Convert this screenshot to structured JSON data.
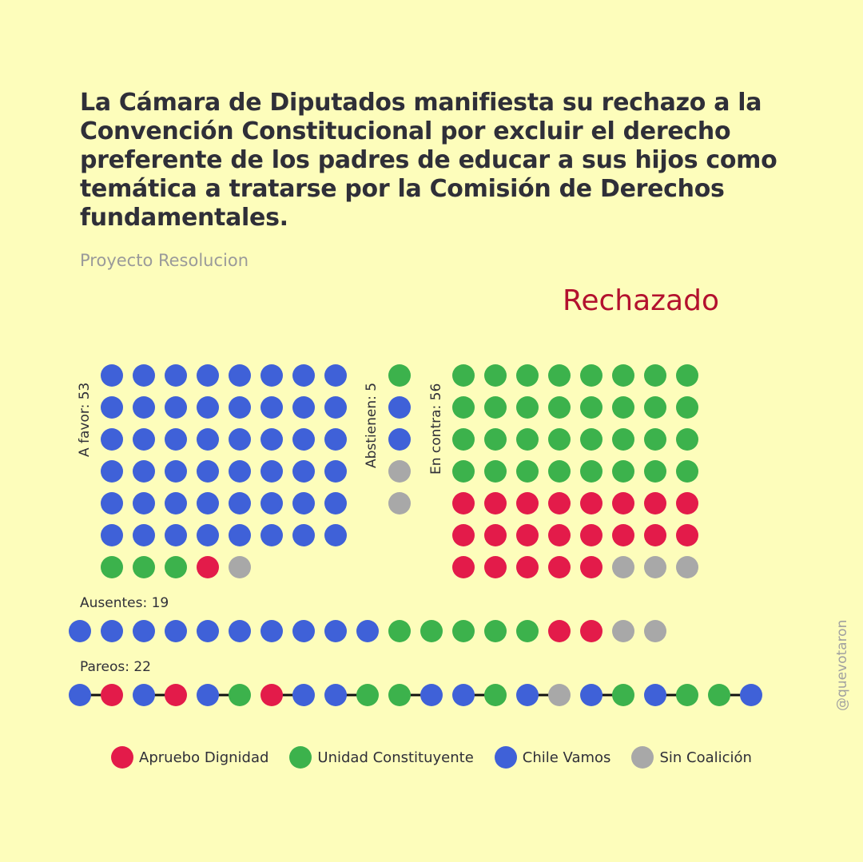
{
  "title": "La Cámara de Diputados manifiesta su rechazo a la Convención Constitucional por excluir el derecho preferente de los padres de educar a sus hijos como temática a tratarse por la Comisión de Derechos fundamentales.",
  "subtitle": "Proyecto Resolucion",
  "result": "Rechazado",
  "watermark": "@quevotaron",
  "colors": {
    "Apruebo Dignidad": "#e31b4a",
    "Unidad Constituyente": "#3cb24c",
    "Chile Vamos": "#3f61d8",
    "Sin Coalición": "#a8a8a8"
  },
  "chart_data": {
    "type": "dot-grid",
    "legend": [
      "Apruebo Dignidad",
      "Unidad Constituyente",
      "Chile Vamos",
      "Sin Coalición"
    ],
    "groups": [
      {
        "key": "favor",
        "label": "A favor: 53",
        "counts": {
          "Chile Vamos": 48,
          "Unidad Constituyente": 3,
          "Apruebo Dignidad": 1,
          "Sin Coalición": 1
        },
        "order": [
          "Chile Vamos",
          "Unidad Constituyente",
          "Apruebo Dignidad",
          "Sin Coalición"
        ]
      },
      {
        "key": "abstienen",
        "label": "Abstienen: 5",
        "counts": {
          "Unidad Constituyente": 1,
          "Chile Vamos": 2,
          "Sin Coalición": 2
        },
        "order": [
          "Unidad Constituyente",
          "Chile Vamos",
          "Sin Coalición"
        ]
      },
      {
        "key": "contra",
        "label": "En contra: 56",
        "counts": {
          "Unidad Constituyente": 32,
          "Apruebo Dignidad": 21,
          "Sin Coalición": 3
        },
        "order": [
          "Unidad Constituyente",
          "Apruebo Dignidad",
          "Sin Coalición"
        ]
      },
      {
        "key": "ausentes",
        "label": "Ausentes: 19",
        "counts": {
          "Chile Vamos": 10,
          "Unidad Constituyente": 5,
          "Apruebo Dignidad": 2,
          "Sin Coalición": 2
        },
        "order": [
          "Chile Vamos",
          "Unidad Constituyente",
          "Apruebo Dignidad",
          "Sin Coalición"
        ]
      },
      {
        "key": "pareos",
        "label": "Pareos: 22",
        "sequence": [
          "Chile Vamos",
          "Apruebo Dignidad",
          "Chile Vamos",
          "Apruebo Dignidad",
          "Chile Vamos",
          "Unidad Constituyente",
          "Apruebo Dignidad",
          "Chile Vamos",
          "Chile Vamos",
          "Unidad Constituyente",
          "Unidad Constituyente",
          "Chile Vamos",
          "Chile Vamos",
          "Unidad Constituyente",
          "Chile Vamos",
          "Sin Coalición",
          "Chile Vamos",
          "Unidad Constituyente",
          "Chile Vamos",
          "Unidad Constituyente",
          "Unidad Constituyente",
          "Chile Vamos"
        ]
      }
    ]
  }
}
